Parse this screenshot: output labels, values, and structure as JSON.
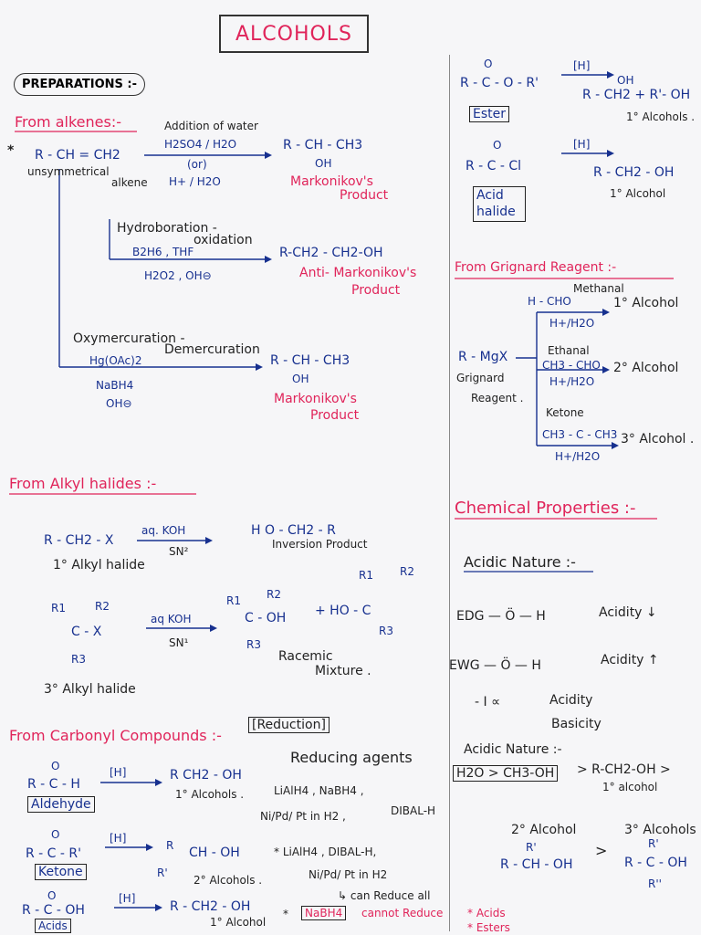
{
  "title": "ALCOHOLS",
  "preparations": "PREPARATIONS :-",
  "alkenes": {
    "heading": "From alkenes:-",
    "reactant": "R - CH = CH2",
    "reactant_note1": "unsymmetrical",
    "reactant_note2": "alkene",
    "star": "*",
    "r1_cond1": "Addition of water",
    "r1_cond2": "H2SO4 / H2O",
    "r1_cond3": "(or)",
    "r1_cond4": "H+ / H2O",
    "r1_product": "R - CH - CH3",
    "r1_product_oh": "OH",
    "r1_name1": "Markonikov's",
    "r1_name2": "Product",
    "r2_cond1": "Hydroboration -",
    "r2_cond2": "oxidation",
    "r2_cond3": "B2H6 , THF",
    "r2_cond4": "H2O2 , OH⊖",
    "r2_product": "R-CH2 - CH2-OH",
    "r2_name1": "Anti- Markonikov's",
    "r2_name2": "Product",
    "r3_cond1": "Oxymercuration -",
    "r3_cond2": "Demercuration",
    "r3_cond3": "Hg(OAc)2",
    "r3_cond4": "NaBH4",
    "r3_cond5": "OH⊖",
    "r3_product": "R - CH - CH3",
    "r3_product_oh": "OH",
    "r3_name1": "Markonikov's",
    "r3_name2": "Product"
  },
  "alkyl_halides": {
    "heading": "From Alkyl halides :-",
    "sn2_reactant": "R - CH2 - X",
    "sn2_reagent": "aq. KOH",
    "sn2_mech": "SN²",
    "sn2_product": "H O - CH2 - R",
    "sn2_product_note": "Inversion Product",
    "sn2_label": "1° Alkyl halide",
    "sn1_r1": "R1",
    "sn1_r2": "R2",
    "sn1_r3": "R3",
    "sn1_c": "C - X",
    "sn1_reagent": "aq KOH",
    "sn1_mech": "SN¹",
    "sn1_prod1": "C - OH",
    "sn1_plus": "+ HO - C",
    "sn1_label": "3° Alkyl halide",
    "racemic1": "Racemic",
    "racemic2": "Mixture ."
  },
  "carbonyl": {
    "heading": "From Carbonyl Compounds :-",
    "heading_box": "[Reduction]",
    "ald_structure": "R - C - H",
    "ald_o": "O",
    "ald_label": "Aldehyde",
    "ald_arrow": "[H]",
    "ald_product": "R CH2 - OH",
    "ald_product_name": "1° Alcohols .",
    "ket_structure": "R - C - R'",
    "ket_o": "O",
    "ket_label": "Ketone",
    "ket_arrow": "[H]",
    "ket_product": "CH - OH",
    "ket_product_r": "R",
    "ket_product_r2": "R'",
    "ket_product_name": "2° Alcohols .",
    "acid_structure": "R - C - OH",
    "acid_o": "O",
    "acid_label": "Acids",
    "acid_arrow": "[H]",
    "acid_product": "R - CH2 - OH",
    "acid_product_name": "1° Alcohol",
    "agents_heading": "Reducing agents",
    "agents1": "LiAlH4 , NaBH4 ,",
    "agents2": "Ni/Pd/ Pt in H2 ,",
    "agents2b": "DIBAL-H",
    "agents3": "* LiAlH4 , DIBAL-H,",
    "agents4": "Ni/Pd/ Pt in H2",
    "agents5": "↳ can Reduce all",
    "agents6": "NaBH4",
    "agents6b": "cannot Reduce",
    "agents7": "* Acids",
    "agents8": "* Esters"
  },
  "right": {
    "ester_structure": "R - C - O - R'",
    "ester_o": "O",
    "ester_label": "Ester",
    "ester_arrow": "[H]",
    "ester_product": "R - CH2 + R'- OH",
    "ester_product_oh": "OH",
    "ester_product_name": "1° Alcohols .",
    "acidhalide_structure": "R - C - Cl",
    "acidhalide_o": "O",
    "acidhalide_label1": "Acid",
    "acidhalide_label2": "halide",
    "acidhalide_arrow": "[H]",
    "acidhalide_product": "R - CH2 - OH",
    "acidhalide_product_name": "1° Alcohol",
    "grignard_heading": "From Grignard Reagent :-",
    "grignard_reactant": "R - MgX",
    "grignard_name1": "Grignard",
    "grignard_name2": "Reagent .",
    "g1_name": "Methanal",
    "g1_formula": "H - CHO",
    "g1_cond": "H+/H2O",
    "g1_product": "1° Alcohol",
    "g2_name": "Ethanal",
    "g2_formula": "CH3 - CHO",
    "g2_cond": "H+/H2O",
    "g2_product": "2° Alcohol",
    "g3_name": "Ketone",
    "g3_formula": "CH3 - C - CH3",
    "g3_cond": "H+/H2O",
    "g3_product": "3° Alcohol .",
    "chem_heading": "Chemical Properties :-",
    "acidic_heading": "Acidic Nature :-",
    "edg": "EDG — Ö — H",
    "edg_effect": "Acidity ↓",
    "ewg": "EWG — Ö — H",
    "ewg_effect": "Acidity ↑",
    "minus_i": "- I  ∝",
    "acidity": "Acidity",
    "basicity": "Basicity",
    "acidic2_heading": "Acidic Nature :-",
    "acidic2_boxed": "H2O > CH3-OH",
    "acidic2_tail": "> R-CH2-OH >",
    "acidic2_tail2": "1° alcohol",
    "sec_name": "2° Alcohol",
    "sec_structure": "R - CH - OH",
    "sec_r": "R'",
    "gt": ">",
    "ter_name": "3° Alcohols",
    "ter_structure": "R - C - OH",
    "ter_r1": "R'",
    "ter_r2": "R''"
  }
}
